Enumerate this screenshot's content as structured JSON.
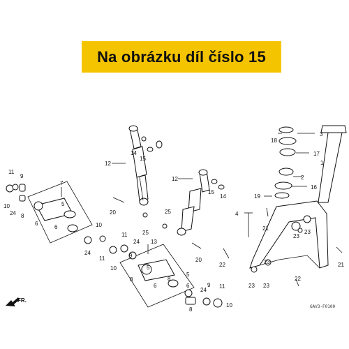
{
  "banner": {
    "text": "Na obrázku díl číslo 15",
    "bg_color": "#f5c400"
  },
  "diagram": {
    "code": "GAV3-F0100",
    "direction_label": "FR.",
    "callouts": [
      "1",
      "2",
      "3",
      "4",
      "5",
      "6",
      "7",
      "8",
      "9",
      "10",
      "11",
      "12",
      "13",
      "14",
      "15",
      "16",
      "17",
      "18",
      "19",
      "20",
      "21",
      "22",
      "23",
      "24",
      "25"
    ]
  }
}
